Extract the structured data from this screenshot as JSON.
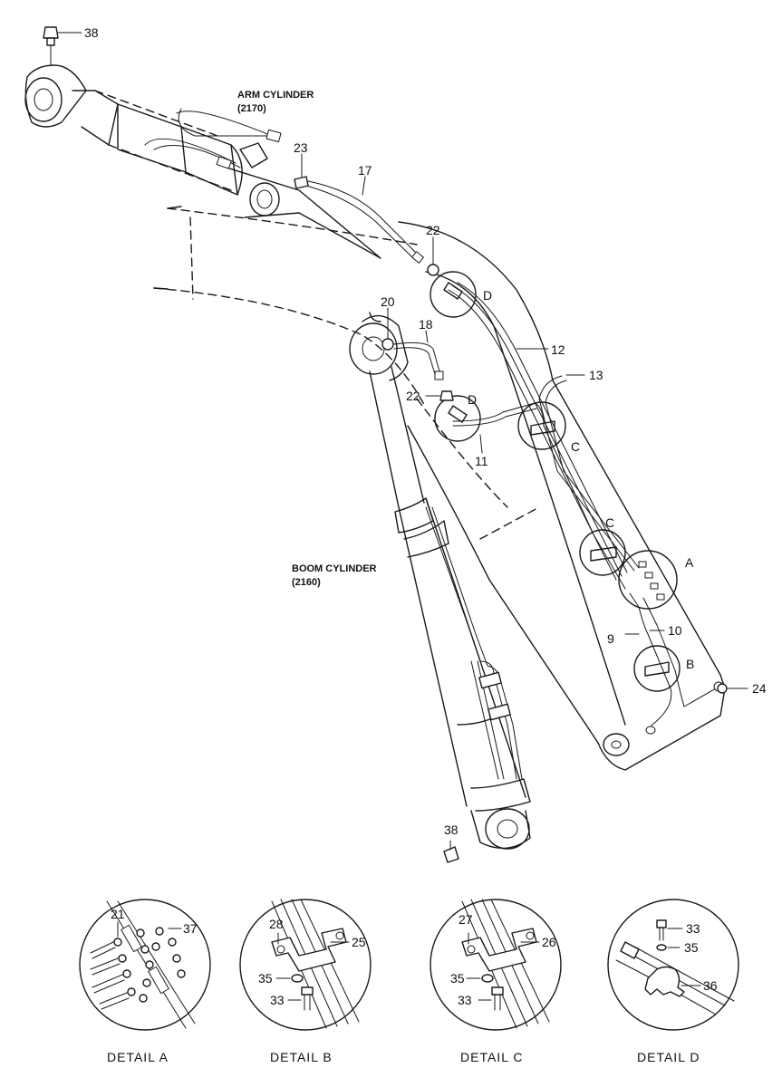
{
  "labels": {
    "arm_cylinder": "ARM CYLINDER",
    "arm_cylinder_code": "(2170)",
    "boom_cylinder": "BOOM CYLINDER",
    "boom_cylinder_code": "(2160)"
  },
  "parts": {
    "p38_top": "38",
    "p23": "23",
    "p17": "17",
    "p22_top": "22",
    "p20": "20",
    "p18": "18",
    "p22_mid": "22",
    "p12": "12",
    "p13": "13",
    "p11": "11",
    "p9": "9",
    "p10": "10",
    "p24": "24",
    "p38_bottom": "38"
  },
  "circle_letters": {
    "d_upper": "D",
    "d_lower": "D",
    "c_upper": "C",
    "c_lower": "C",
    "a": "A",
    "b": "B"
  },
  "detail_a": {
    "caption": "DETAIL  A",
    "p21": "21",
    "p37": "37"
  },
  "detail_b": {
    "caption": "DETAIL  B",
    "p28": "28",
    "p25": "25",
    "p35": "35",
    "p33": "33"
  },
  "detail_c": {
    "caption": "DETAIL  C",
    "p27": "27",
    "p26": "26",
    "p35": "35",
    "p33": "33"
  },
  "detail_d": {
    "caption": "DETAIL  D",
    "p33": "33",
    "p35": "35",
    "p36": "36"
  }
}
